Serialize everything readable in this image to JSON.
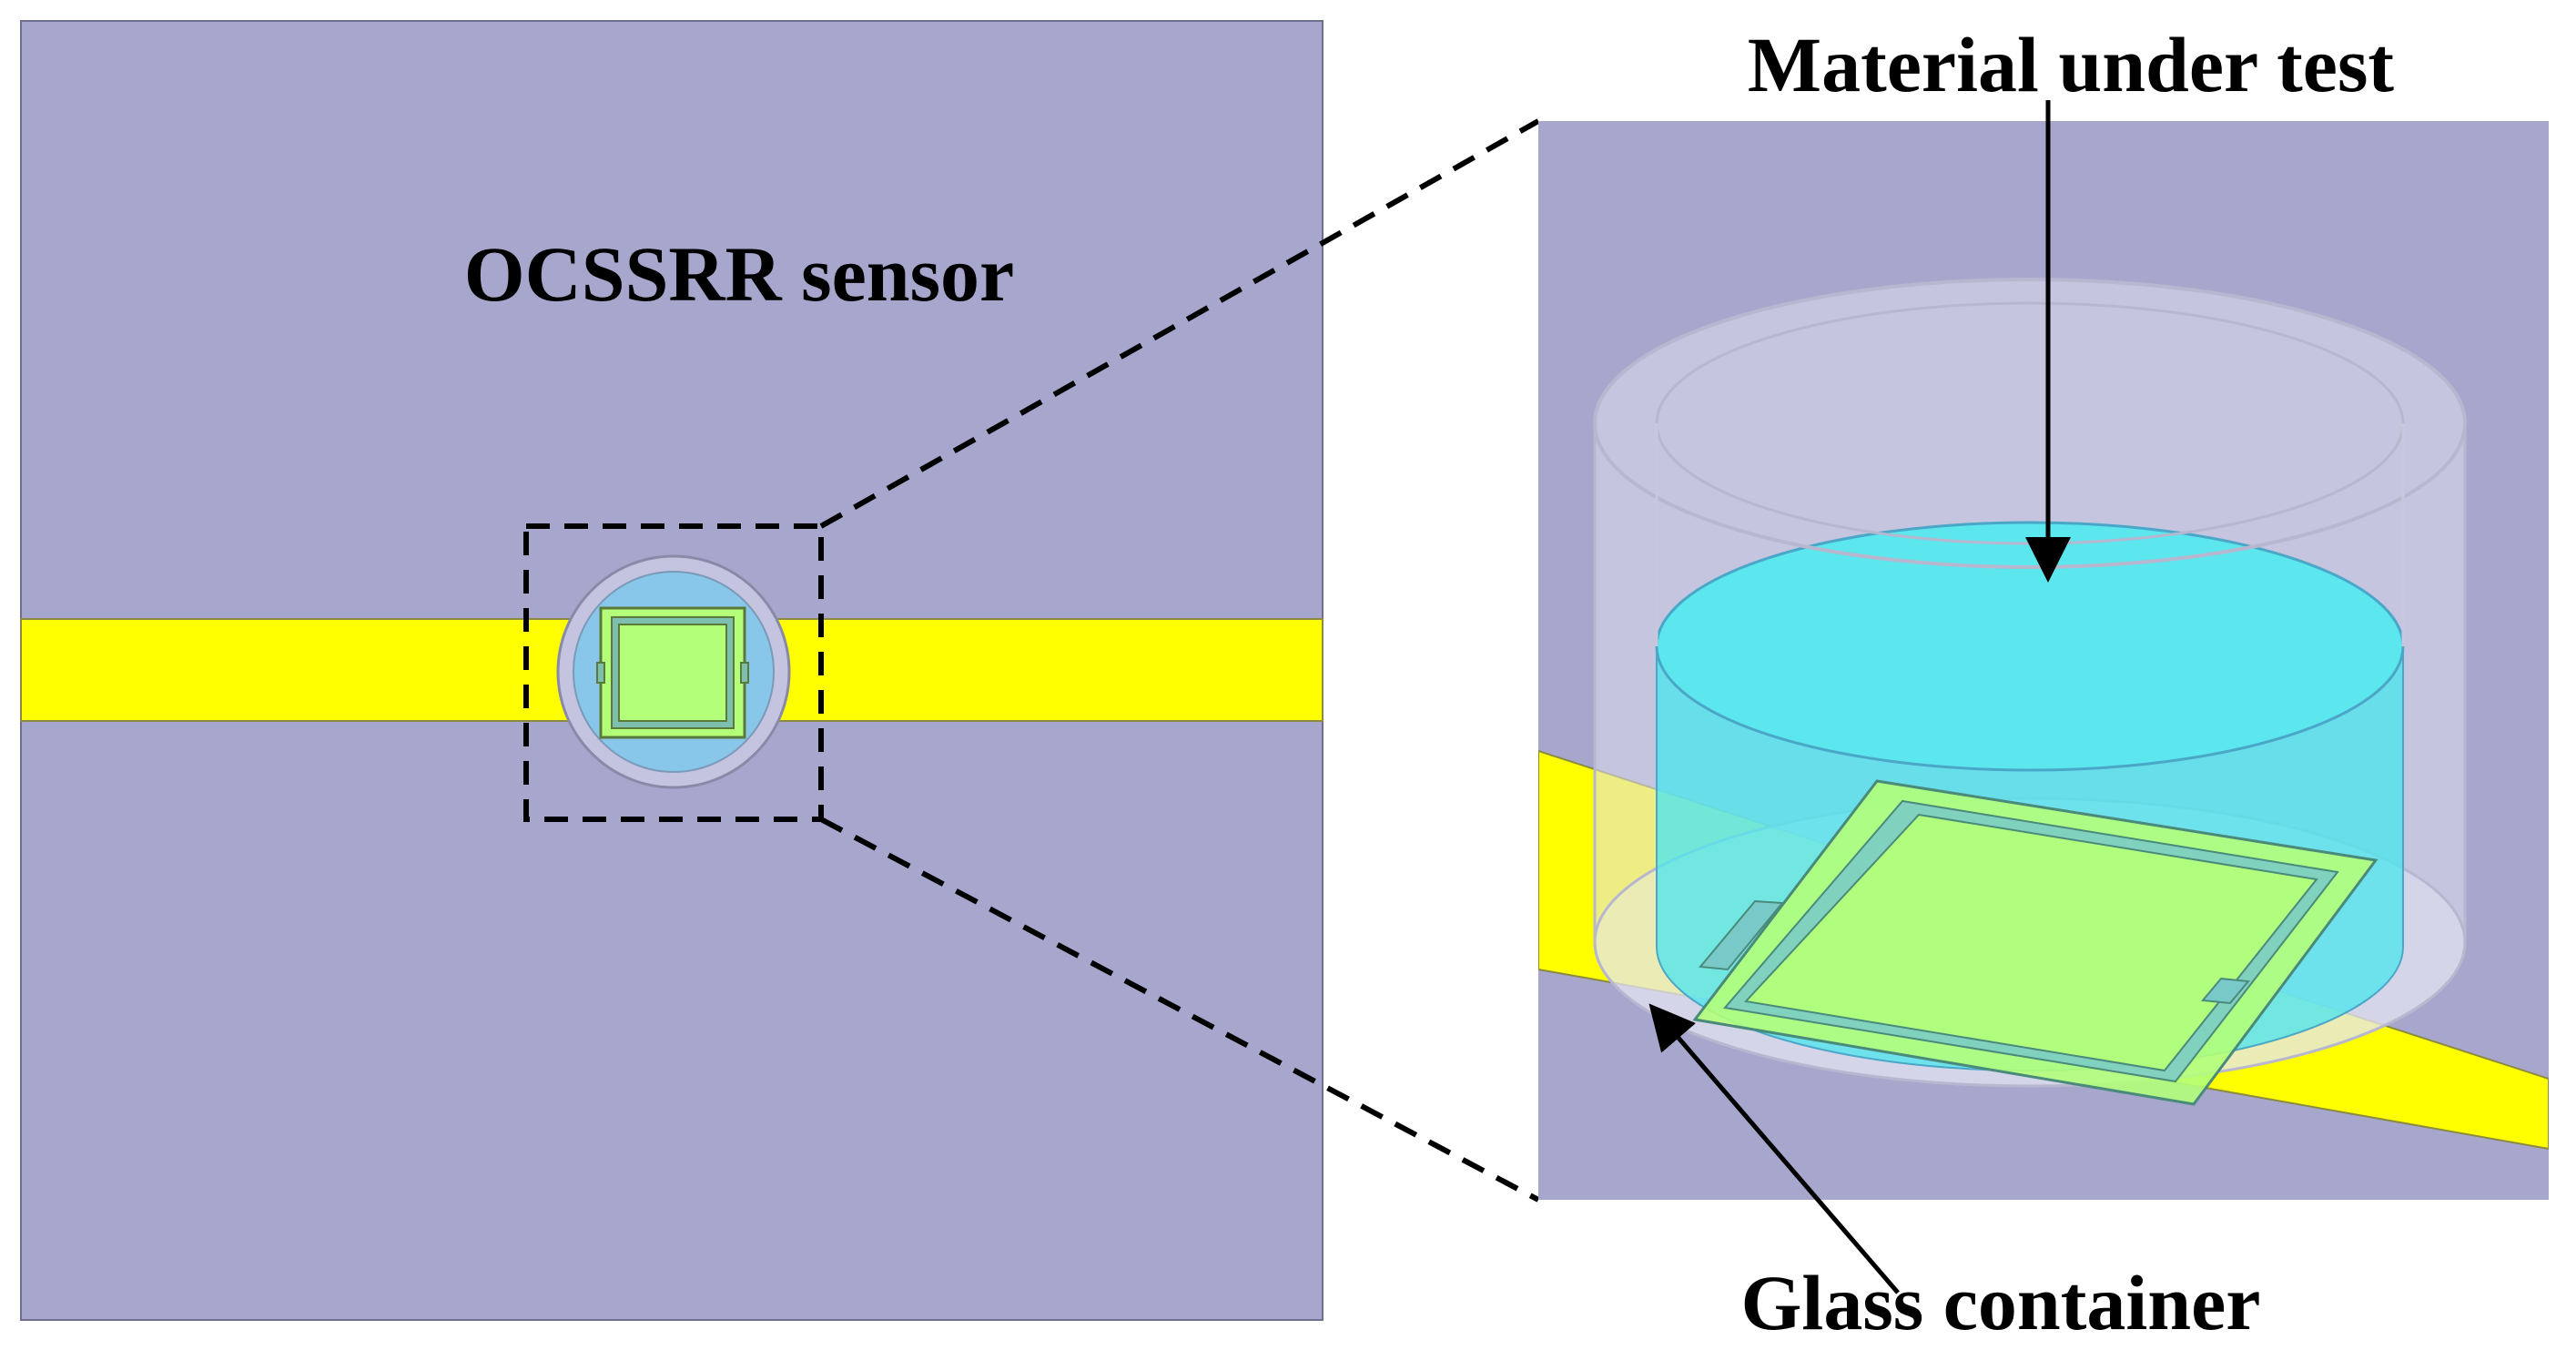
{
  "labels": {
    "sensor": "OCSSRR sensor",
    "material": "Material under test",
    "container": "Glass container"
  },
  "colors": {
    "substrate": "#a7a7cd",
    "microstrip": "#ffff00",
    "liquid": "#4fe6ee",
    "resonator": "#b3ff7a",
    "glass": "#dfdff0",
    "outline": "#000000",
    "background": "#ffffff"
  },
  "icons": {
    "zoom_box": "dashed-square",
    "zoom_lines": "dashed-lines",
    "arrows": "arrow-down"
  }
}
